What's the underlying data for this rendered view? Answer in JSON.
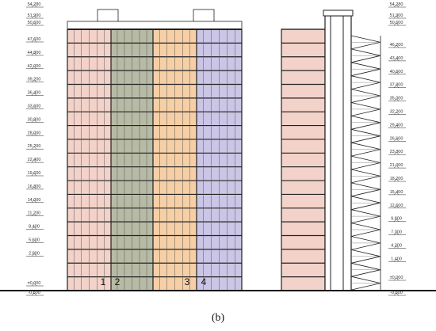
{
  "caption": "(b)",
  "left_elevation": {
    "levels": [
      "54.280",
      "51.900",
      "50.600",
      "47.600",
      "44.800",
      "42.000",
      "39.200",
      "36.400",
      "33.600",
      "30.800",
      "28.000",
      "25.200",
      "22.400",
      "19.600",
      "16.800",
      "14.000",
      "11.200",
      "8.400",
      "5.600",
      "2.800",
      "±0.000",
      "-0.600"
    ],
    "unit_labels": [
      "1",
      "2",
      "3",
      "4"
    ],
    "unit_colors": [
      "#f3d2c9",
      "#b7bba5",
      "#f6cfa6",
      "#cbc6e6"
    ]
  },
  "right_elevation": {
    "levels_left": [
      "54.280",
      "51.900",
      "50.600",
      "±0.000",
      "-0.600"
    ],
    "levels_right": [
      "46.200",
      "43.400",
      "40.600",
      "37.800",
      "35.000",
      "32.200",
      "29.400",
      "26.600",
      "23.800",
      "21.000",
      "18.200",
      "15.400",
      "12.600",
      "9.800",
      "7.000",
      "4.200",
      "1.400",
      "±0.000",
      "-0.600"
    ],
    "wall_color": "#f3d2c9"
  },
  "colors": {
    "line": "#222222",
    "ground": "#111111"
  }
}
